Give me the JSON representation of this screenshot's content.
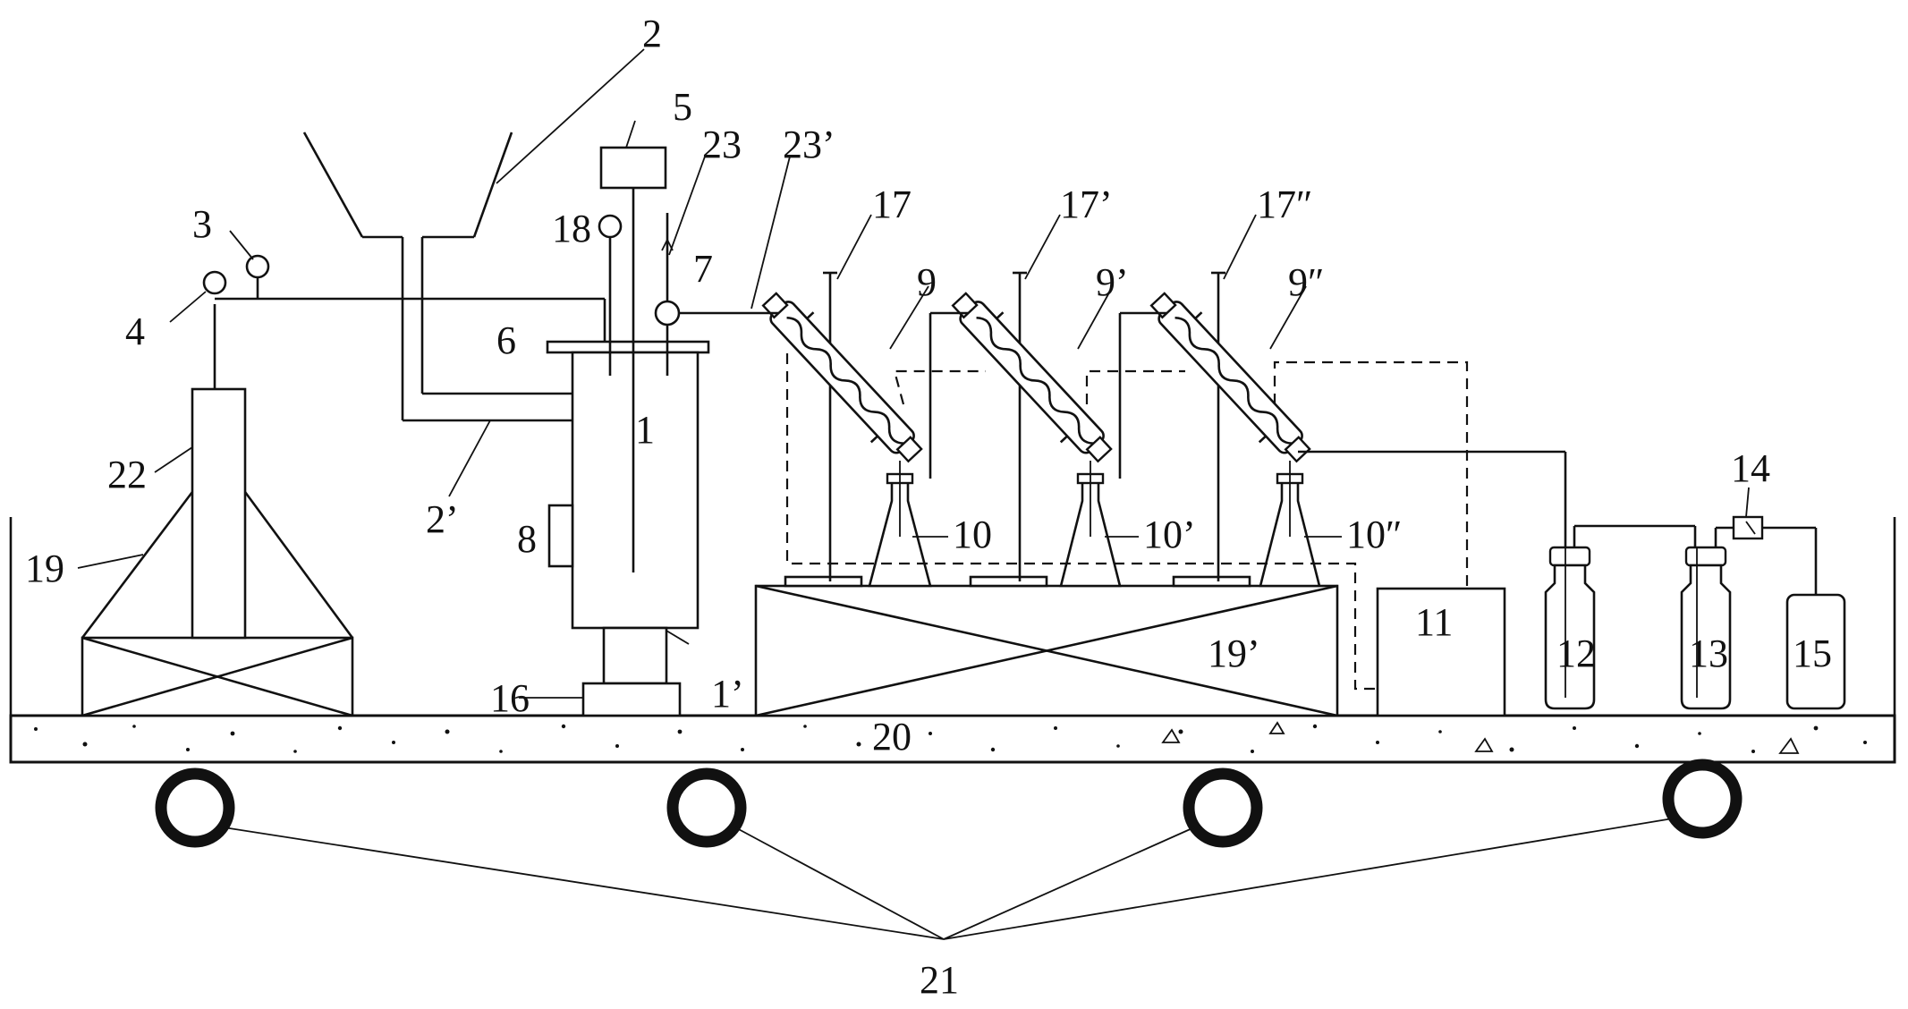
{
  "labels": {
    "l1": "1",
    "l1p": "1’",
    "l2": "2",
    "l2p": "2’",
    "l3": "3",
    "l4": "4",
    "l5": "5",
    "l6": "6",
    "l7": "7",
    "l8": "8",
    "l9": "9",
    "l9p": "9’",
    "l9pp": "9″",
    "l10": "10",
    "l10p": "10’",
    "l10pp": "10″",
    "l11": "11",
    "l12": "12",
    "l13": "13",
    "l14": "14",
    "l15": "15",
    "l16": "16",
    "l17": "17",
    "l17p": "17’",
    "l17pp": "17″",
    "l18": "18",
    "l19": "19",
    "l19p": "19’",
    "l20": "20",
    "l21": "21",
    "l22": "22",
    "l23": "23",
    "l23p": "23’"
  }
}
